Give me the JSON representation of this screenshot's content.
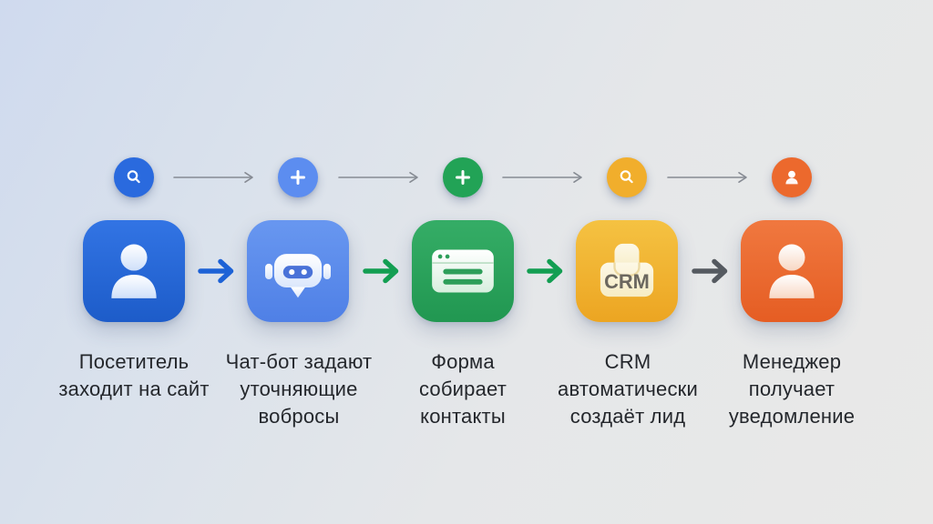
{
  "steps": [
    {
      "name": "visitor",
      "badge_icon": "search-icon",
      "badge_color": "#2a6ade",
      "tile_icon": "person-icon",
      "tile": {
        "color_top": "#3274e4",
        "color_bottom": "#1d5cc9"
      },
      "label": "Посетитель\nзаходит на сайт"
    },
    {
      "name": "chatbot",
      "badge_icon": "plus-icon",
      "badge_color": "#5c8df0",
      "tile_icon": "robot-icon",
      "tile": {
        "color_top": "#6897f0",
        "color_bottom": "#4f80e6"
      },
      "label": "Чат-бот задают\nуточняющие\nвобросы"
    },
    {
      "name": "form",
      "badge_icon": "plus-icon",
      "badge_color": "#22a356",
      "tile_icon": "browser-window-icon",
      "tile": {
        "color_top": "#35ad66",
        "color_bottom": "#219751"
      },
      "label": "Форма\nсобирает\nконтакты"
    },
    {
      "name": "crm",
      "badge_icon": "search-icon",
      "badge_color": "#f1ae2c",
      "tile_icon": "crm-briefcase-icon",
      "tile": {
        "color_top": "#f5c242",
        "color_bottom": "#eca522"
      },
      "tile_text": "CRM",
      "label": "CRM\nавтоматически\nсоздаёт лид"
    },
    {
      "name": "manager",
      "badge_icon": "person-icon",
      "badge_color": "#ec692d",
      "tile_icon": "person-icon",
      "tile": {
        "color_top": "#f0783f",
        "color_bottom": "#e55d23"
      },
      "label": "Менеджер\nполучает\nуведомление"
    }
  ],
  "connectors": {
    "badge_arrow_color": "#868b93",
    "tile_arrows": [
      "#1d62d6",
      "#139e52",
      "#139e52",
      "#555a60"
    ]
  },
  "text_color": "#24272c"
}
